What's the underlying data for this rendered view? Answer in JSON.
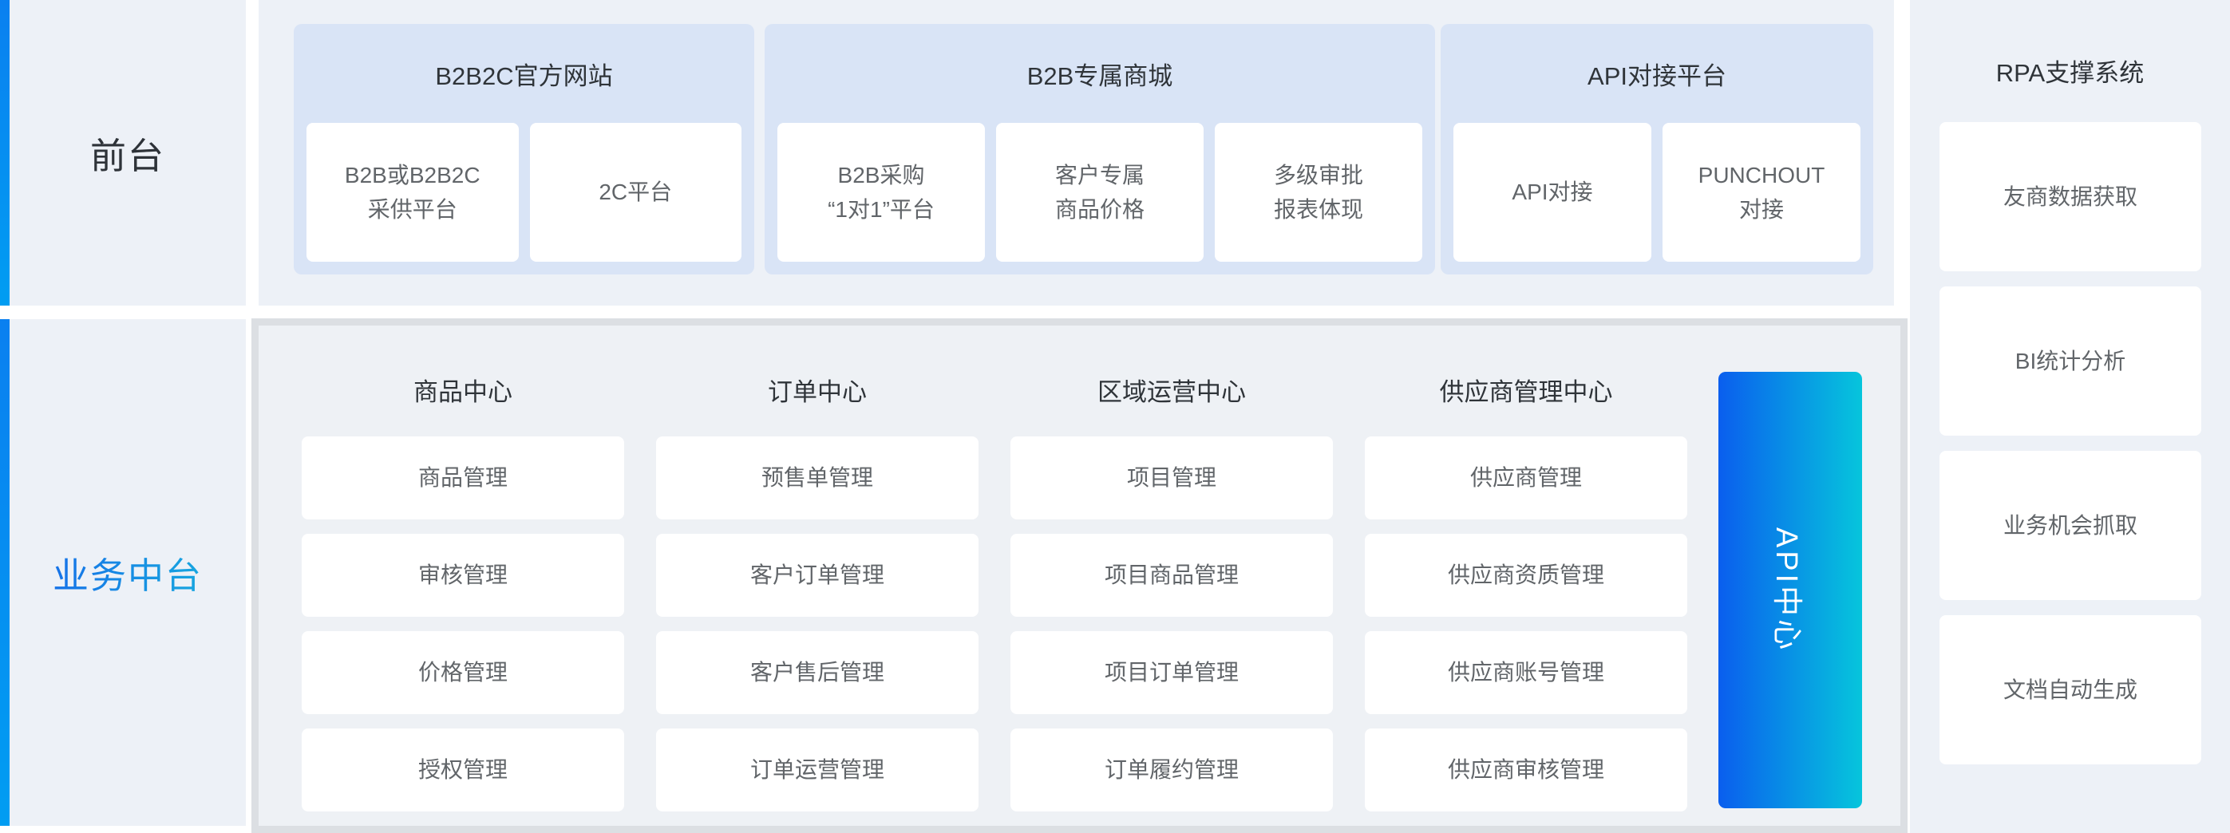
{
  "colors": {
    "page_bg": "#ffffff",
    "panel_bg": "#edf1f7",
    "group_box_bg": "#d9e4f6",
    "container_bg": "#eef1f5",
    "container_border": "#dcdfe3",
    "tile_bg": "#ffffff",
    "title_text": "#2f3439",
    "tile_text": "#616569",
    "accent_bar_top": "#0a80f0",
    "accent_bar_bottom": "#019df2",
    "api_bar_gradient_start": "#0a5eee",
    "api_bar_gradient_end": "#06c5dc",
    "middle_label_gradient_start": "#1563ea",
    "middle_label_gradient_end": "#18b5dd"
  },
  "front_row": {
    "label": "前台",
    "groups": [
      {
        "title": "B2B2C官方网站",
        "items": [
          [
            "B2B或B2B2C",
            "采供平台"
          ],
          "2C平台"
        ]
      },
      {
        "title": "B2B专属商城",
        "items": [
          [
            "B2B采购",
            "“1对1”平台"
          ],
          [
            "客户专属",
            "商品价格"
          ],
          [
            "多级审批",
            "报表体现"
          ]
        ]
      },
      {
        "title": "API对接平台",
        "items": [
          "API对接",
          [
            "PUNCHOUT",
            "对接"
          ]
        ]
      }
    ]
  },
  "middle_row": {
    "label": "业务中台",
    "api_center_label": "API中心",
    "columns": [
      {
        "title": "商品中心",
        "items": [
          "商品管理",
          "审核管理",
          "价格管理",
          "授权管理"
        ]
      },
      {
        "title": "订单中心",
        "items": [
          "预售单管理",
          "客户订单管理",
          "客户售后管理",
          "订单运营管理"
        ]
      },
      {
        "title": "区域运营中心",
        "items": [
          "项目管理",
          "项目商品管理",
          "项目订单管理",
          "订单履约管理"
        ]
      },
      {
        "title": "供应商管理中心",
        "items": [
          "供应商管理",
          "供应商资质管理",
          "供应商账号管理",
          "供应商审核管理"
        ]
      }
    ]
  },
  "rpa_column": {
    "title": "RPA支撑系统",
    "items": [
      "友商数据获取",
      "BI统计分析",
      "业务机会抓取",
      "文档自动生成"
    ]
  }
}
